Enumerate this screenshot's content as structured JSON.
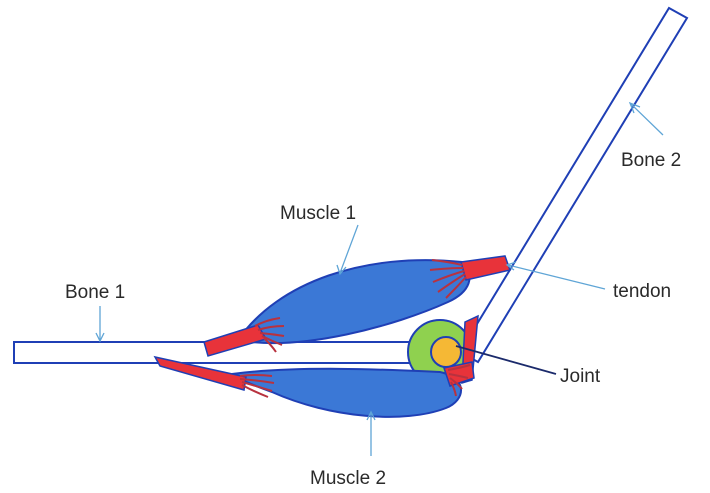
{
  "labels": {
    "bone1": "Bone 1",
    "bone2": "Bone 2",
    "muscle1": "Muscle 1",
    "muscle2": "Muscle 2",
    "tendon": "tendon",
    "joint": "Joint"
  },
  "colors": {
    "bone_outline": "#1f3fb5",
    "muscle_fill": "#3b78d6",
    "muscle_outline": "#1f3fb5",
    "tendon": "#e8333a",
    "fiber": "#b8323f",
    "joint_ring": "#8fd14f",
    "joint_core": "#f5b835",
    "pointer": "#5fa5d6",
    "joint_pointer": "#1b2a6b"
  }
}
